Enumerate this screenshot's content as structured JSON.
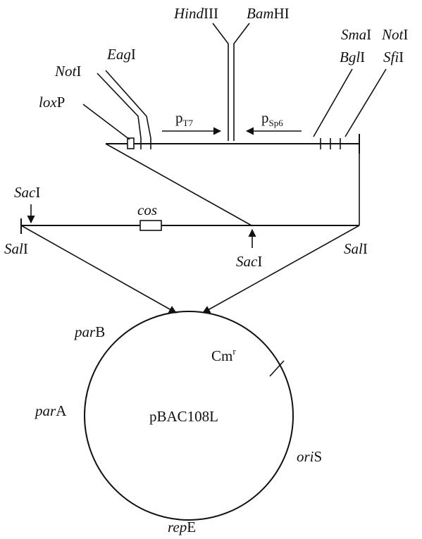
{
  "sites": {
    "hind": {
      "italic": "Hind",
      "roman": "III"
    },
    "bam": {
      "italic": "Bam",
      "roman": "HI"
    },
    "sma": {
      "italic": "Sma",
      "roman": "I"
    },
    "bgl": {
      "italic": "Bgl",
      "roman": "I"
    },
    "not_right": {
      "italic": "Not",
      "roman": "I"
    },
    "sfi": {
      "italic": "Sfi",
      "roman": "I"
    },
    "not_left": {
      "italic": "Not",
      "roman": "I"
    },
    "eag": {
      "italic": "Eag",
      "roman": "I"
    },
    "lox": {
      "italic": "lox",
      "roman": "P"
    },
    "sac_left": {
      "italic": "Sac",
      "roman": "I"
    },
    "sal_left": {
      "italic": "Sal",
      "roman": "I"
    },
    "sac_mid": {
      "italic": "Sac",
      "roman": "I"
    },
    "sal_right": {
      "italic": "Sal",
      "roman": "I"
    },
    "cos": {
      "italic": "cos"
    }
  },
  "promoters": {
    "t7": {
      "base": "p",
      "sub": "T7"
    },
    "sp6": {
      "base": "p",
      "sub": "Sp6"
    }
  },
  "plasmid": {
    "name": "pBAC108L",
    "cm": {
      "base": "Cm",
      "sup": "r"
    },
    "parB": {
      "italic": "par",
      "roman": "B"
    },
    "parA": {
      "italic": "par",
      "roman": "A"
    },
    "oriS": {
      "italic": "ori",
      "roman": "S"
    },
    "repE": {
      "italic": "rep",
      "roman": "E"
    }
  }
}
